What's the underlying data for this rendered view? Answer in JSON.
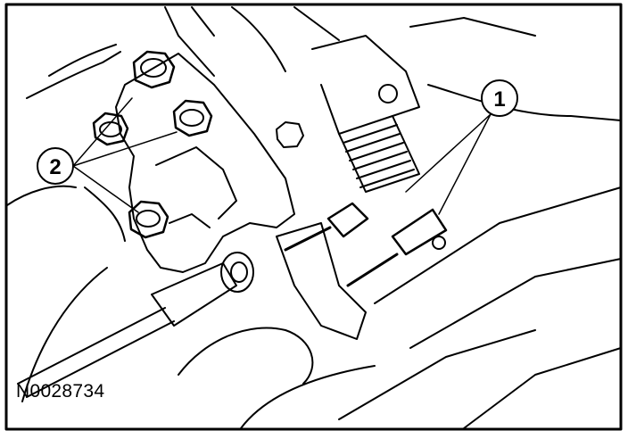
{
  "figure": {
    "reference_code": "N0028734",
    "callouts": [
      {
        "number": "1"
      },
      {
        "number": "2"
      }
    ]
  }
}
